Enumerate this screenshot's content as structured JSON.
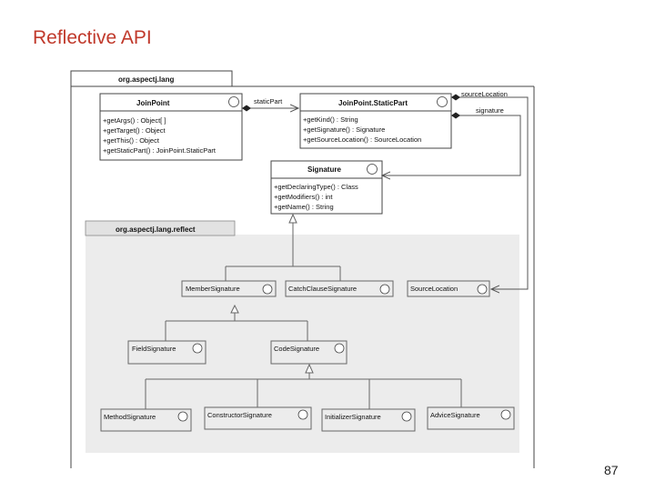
{
  "slide": {
    "title": "Reflective API",
    "page_number": "87"
  },
  "packages": {
    "lang": "org.aspectj.lang",
    "reflect": "org.aspectj.lang.reflect"
  },
  "classes": {
    "join_point": {
      "name": "JoinPoint",
      "methods": [
        "+getArgs() : Object[ ]",
        "+getTarget() : Object",
        "+getThis() : Object",
        "+getStaticPart() : JoinPoint.StaticPart"
      ]
    },
    "static_part": {
      "name": "JoinPoint.StaticPart",
      "methods": [
        "+getKind() : String",
        "+getSignature() : Signature",
        "+getSourceLocation() : SourceLocation"
      ]
    },
    "signature": {
      "name": "Signature",
      "methods": [
        "+getDeclaringType() : Class",
        "+getModifiers() : int",
        "+getName() : String"
      ]
    },
    "member_signature": {
      "name": "MemberSignature"
    },
    "catch_clause_signature": {
      "name": "CatchClauseSignature"
    },
    "source_location": {
      "name": "SourceLocation"
    },
    "field_signature": {
      "name": "FieldSignature"
    },
    "code_signature": {
      "name": "CodeSignature"
    },
    "method_signature": {
      "name": "MethodSignature"
    },
    "constructor_signature": {
      "name": "ConstructorSignature"
    },
    "initializer_signature": {
      "name": "InitializerSignature"
    },
    "advice_signature": {
      "name": "AdviceSignature"
    }
  },
  "associations": {
    "static_part": "staticPart",
    "source_location": "sourceLocation",
    "signature": "signature"
  },
  "colors": {
    "title": "#c0392b",
    "reflect_package_bg": "#ececec",
    "line": "#555555"
  }
}
